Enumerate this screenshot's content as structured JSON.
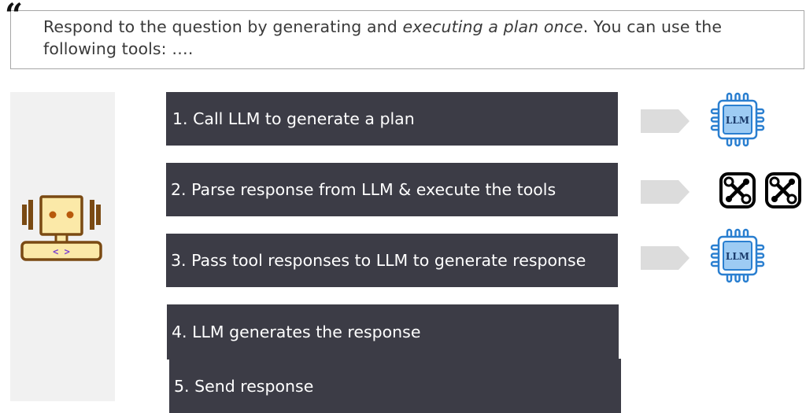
{
  "prompt": {
    "quote_glyph": "“",
    "text_before": "Respond to the question by generating and ",
    "text_emphasis": "executing a plan once",
    "text_after": ". You can use the following tools: …."
  },
  "steps": [
    {
      "label": "1. Call LLM to generate a plan"
    },
    {
      "label": "2. Parse response from  LLM & execute the tools"
    },
    {
      "label": "3. Pass tool responses to LLM to generate response"
    },
    {
      "label": "4. LLM generates the response"
    },
    {
      "label": "5. Send response"
    }
  ],
  "chip_labels": [
    "LLM",
    "LLM"
  ],
  "agent_code_glyph": "< >",
  "colors": {
    "step_bg": "#3c3c46",
    "chip_fill": "#9dcbf3",
    "chip_stroke": "#2a7fd0",
    "agent_stroke": "#7a4a13",
    "agent_eye": "#b85a0c",
    "arrow_fill": "#dcdcdc"
  },
  "icons": [
    "quote-icon",
    "robot-agent-icon",
    "llm-chip-icon",
    "tool-wrench-icon",
    "arrow-right-icon"
  ]
}
